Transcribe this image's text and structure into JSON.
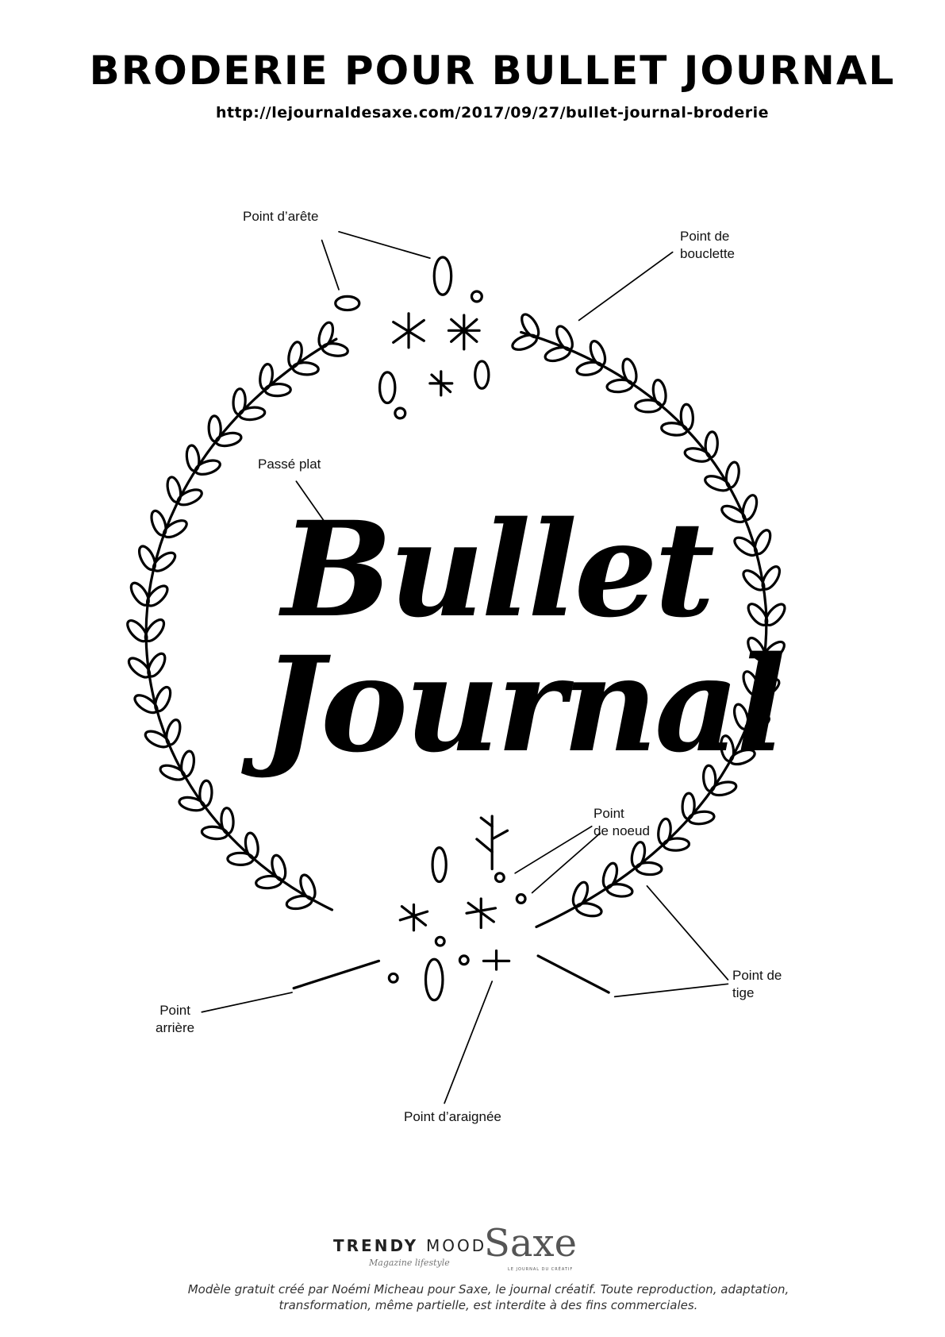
{
  "header": {
    "title": "BRODERIE POUR BULLET JOURNAL",
    "url": "http://lejournaldesaxe.com/2017/09/27/bullet-journal-broderie"
  },
  "artwork": {
    "line1": "Bullet",
    "line2": "Journal"
  },
  "labels": {
    "arete": "Point d’arête",
    "bouclette1": "Point de",
    "bouclette2": "bouclette",
    "passe": "Passé plat",
    "noeud1": "Point",
    "noeud2": "de noeud",
    "tige1": "Point de",
    "tige2": "tige",
    "arriere1": "Point",
    "arriere2": "arrière",
    "araignee": "Point d’araignée"
  },
  "logos": {
    "trendy_bold": "TRENDY",
    "trendy_light": "MOOD",
    "trendy_sub": "Magazine lifestyle",
    "saxe": "Saxe",
    "saxe_sub": "LE JOURNAL DU CRÉATIF"
  },
  "footer": {
    "line1": "Modèle gratuit créé par Noémi Micheau pour Saxe, le journal créatif. Toute reproduction, adaptation,",
    "line2": "transformation, même partielle, est interdite à des fins commerciales."
  }
}
